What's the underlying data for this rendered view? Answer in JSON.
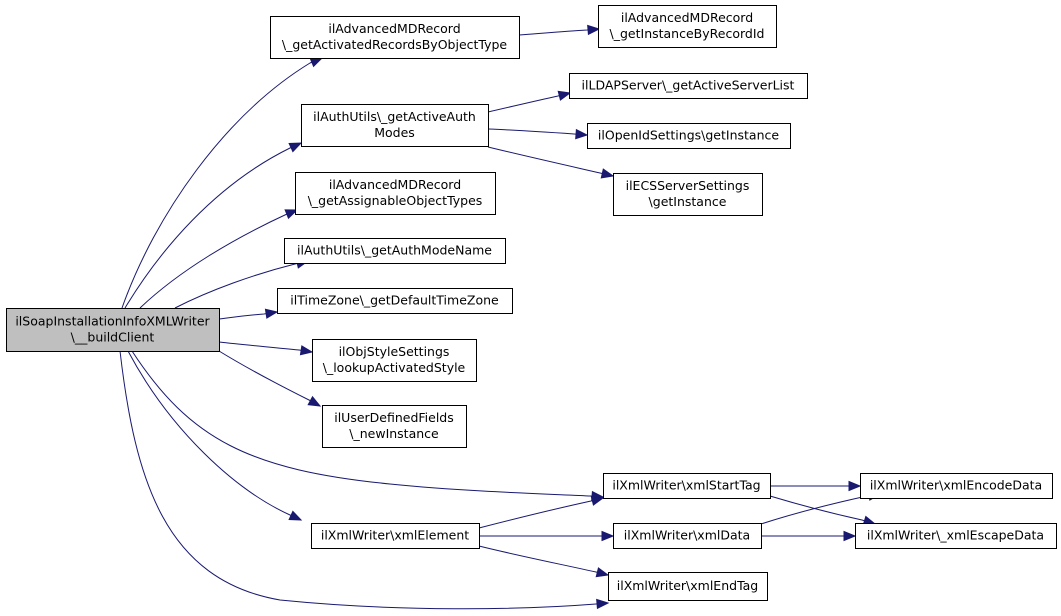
{
  "colors": {
    "root_fill": "#bfbfbf",
    "node_fill": "#ffffff",
    "node_stroke": "#000000",
    "edge": "#191970"
  },
  "nodes": [
    {
      "id": "root",
      "lines": [
        "ilSoapInstallationInfoXMLWriter",
        "\\__buildClient"
      ],
      "root": true
    },
    {
      "id": "amd_activated",
      "lines": [
        "ilAdvancedMDRecord",
        "\\_getActivatedRecordsByObjectType"
      ]
    },
    {
      "id": "amd_instance",
      "lines": [
        "ilAdvancedMDRecord",
        "\\_getInstanceByRecordId"
      ]
    },
    {
      "id": "auth_active",
      "lines": [
        "ilAuthUtils\\_getActiveAuth",
        "Modes"
      ]
    },
    {
      "id": "ldap",
      "lines": [
        "ilLDAPServer\\_getActiveServerList"
      ]
    },
    {
      "id": "openid",
      "lines": [
        "ilOpenIdSettings\\getInstance"
      ]
    },
    {
      "id": "ecs",
      "lines": [
        "ilECSServerSettings",
        "\\getInstance"
      ]
    },
    {
      "id": "amd_assignable",
      "lines": [
        "ilAdvancedMDRecord",
        "\\_getAssignableObjectTypes"
      ]
    },
    {
      "id": "auth_name",
      "lines": [
        "ilAuthUtils\\_getAuthModeName"
      ]
    },
    {
      "id": "timezone",
      "lines": [
        "ilTimeZone\\_getDefaultTimeZone"
      ]
    },
    {
      "id": "objstyle",
      "lines": [
        "ilObjStyleSettings",
        "\\_lookupActivatedStyle"
      ]
    },
    {
      "id": "udf",
      "lines": [
        "ilUserDefinedFields",
        "\\_newInstance"
      ]
    },
    {
      "id": "starttag",
      "lines": [
        "ilXmlWriter\\xmlStartTag"
      ]
    },
    {
      "id": "encodedata",
      "lines": [
        "ilXmlWriter\\xmlEncodeData"
      ]
    },
    {
      "id": "element",
      "lines": [
        "ilXmlWriter\\xmlElement"
      ]
    },
    {
      "id": "xmldata",
      "lines": [
        "ilXmlWriter\\xmlData"
      ]
    },
    {
      "id": "escapedata",
      "lines": [
        "ilXmlWriter\\_xmlEscapeData"
      ]
    },
    {
      "id": "endtag",
      "lines": [
        "ilXmlWriter\\xmlEndTag"
      ]
    }
  ],
  "edges": [
    {
      "from": "root",
      "to": "amd_activated"
    },
    {
      "from": "root",
      "to": "auth_active"
    },
    {
      "from": "root",
      "to": "amd_assignable"
    },
    {
      "from": "root",
      "to": "auth_name"
    },
    {
      "from": "root",
      "to": "timezone"
    },
    {
      "from": "root",
      "to": "objstyle"
    },
    {
      "from": "root",
      "to": "udf"
    },
    {
      "from": "root",
      "to": "starttag"
    },
    {
      "from": "root",
      "to": "element"
    },
    {
      "from": "root",
      "to": "endtag"
    },
    {
      "from": "amd_activated",
      "to": "amd_instance"
    },
    {
      "from": "auth_active",
      "to": "ldap"
    },
    {
      "from": "auth_active",
      "to": "openid"
    },
    {
      "from": "auth_active",
      "to": "ecs"
    },
    {
      "from": "starttag",
      "to": "encodedata"
    },
    {
      "from": "starttag",
      "to": "escapedata"
    },
    {
      "from": "element",
      "to": "starttag"
    },
    {
      "from": "element",
      "to": "xmldata"
    },
    {
      "from": "element",
      "to": "endtag"
    },
    {
      "from": "xmldata",
      "to": "encodedata"
    },
    {
      "from": "xmldata",
      "to": "escapedata"
    }
  ]
}
